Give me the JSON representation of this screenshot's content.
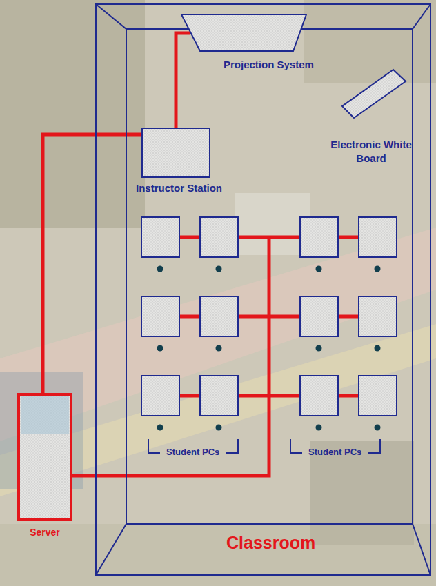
{
  "diagram": {
    "nodes": [
      {
        "text": [
          "Classroom"
        ]
      },
      {
        "text": [
          "Projection System"
        ],
        "in": 0
      },
      {
        "text": [
          "Electronic White Board"
        ],
        "in": 0
      },
      {
        "text": [
          "Instructor Station"
        ],
        "in": 0
      },
      {
        "text": [
          "Server"
        ]
      }
    ],
    "edges": [
      {
        "from": 4,
        "to": 3,
        "arrow": "none"
      },
      {
        "from": 3,
        "to": 1,
        "arrow": "none"
      }
    ],
    "labels": [
      "Student PCs",
      "Student PCs"
    ]
  }
}
